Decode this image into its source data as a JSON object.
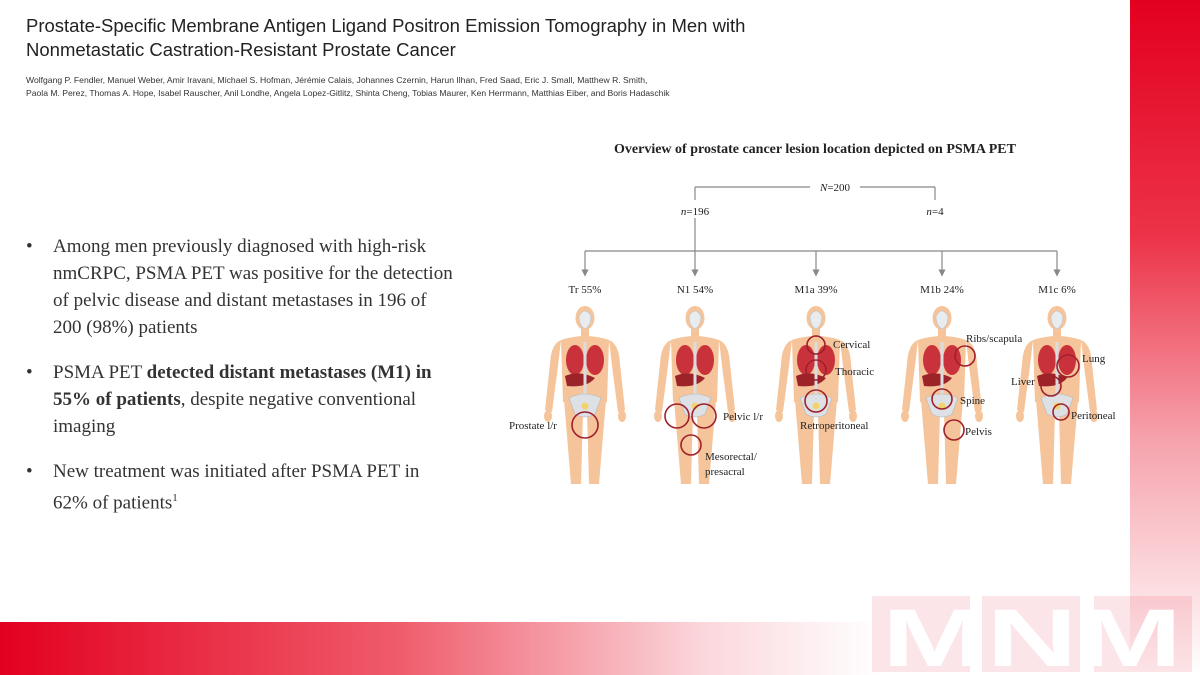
{
  "title": {
    "line1": "Prostate-Specific Membrane Antigen Ligand Positron Emission Tomography in Men with",
    "line2": "Nonmetastatic Castration-Resistant Prostate Cancer"
  },
  "authors": {
    "line1": "Wolfgang P. Fendler, Manuel Weber, Amir Iravani, Michael S. Hofman, Jérémie Calais, Johannes Czernin, Harun Ilhan, Fred Saad, Eric J. Small, Matthew R. Smith,",
    "line2": "Paola M. Perez, Thomas A. Hope, Isabel Rauscher, Anil Londhe, Angela Lopez-Gitlitz, Shinta Cheng, Tobias Maurer, Ken Herrmann, Matthias Eiber, and Boris Hadaschik"
  },
  "bullets": {
    "b1": "Among men previously diagnosed with high-risk nmCRPC, PSMA PET was positive for the detection of pelvic disease and distant metastases in 196 of 200 (98%) patients",
    "b2_prefix": "PSMA PET ",
    "b2_bold": "detected distant metastases (M1) in 55% of patients",
    "b2_suffix": ", despite negative conventional imaging",
    "b3": "New treatment was initiated after PSMA PET in 62% of patients",
    "b3_sup": "1"
  },
  "figure": {
    "title": "Overview of prostate cancer lesion location depicted on PSMA PET",
    "root": {
      "prefix": "N",
      "value": "=200"
    },
    "left_branch": {
      "prefix": "n",
      "value": "=196"
    },
    "right_branch": {
      "prefix": "n",
      "value": "=4"
    },
    "categories": [
      {
        "label": "Tr 55%",
        "lesions": [
          {
            "text": "Prostate l/r"
          }
        ]
      },
      {
        "label": "N1 54%",
        "lesions": [
          {
            "text": "Pelvic l/r"
          },
          {
            "text": "Mesorectal/"
          },
          {
            "text": "presacral"
          }
        ]
      },
      {
        "label": "M1a 39%",
        "lesions": [
          {
            "text": "Cervical"
          },
          {
            "text": "Thoracic"
          },
          {
            "text": "Retroperitoneal"
          }
        ]
      },
      {
        "label": "M1b 24%",
        "lesions": [
          {
            "text": "Ribs/scapula"
          },
          {
            "text": "Spine"
          },
          {
            "text": "Pelvis"
          }
        ]
      },
      {
        "label": "M1c 6%",
        "lesions": [
          {
            "text": "Lung"
          },
          {
            "text": "Liver"
          },
          {
            "text": "Peritoneal"
          }
        ]
      }
    ]
  },
  "logo": {
    "text": "MNM"
  },
  "colors": {
    "brand_red": "#e3001f",
    "lesion_ring": "#a0202c",
    "body": "#f5c49a",
    "organ": "#c9323b"
  }
}
